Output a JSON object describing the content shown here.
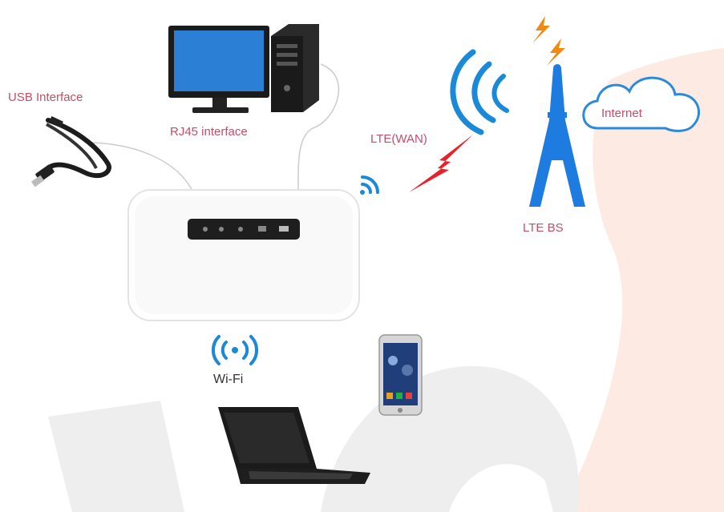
{
  "labels": {
    "usb": "USB Interface",
    "rj45": "RJ45 interface",
    "lte_wan": "LTE(WAN)",
    "internet": "Internet",
    "lte_bs": "LTE BS",
    "wifi": "Wi-Fi"
  },
  "colors": {
    "label_pink": "#c0506a",
    "tower_blue": "#1e7be0",
    "wave_blue": "#1a8ad8",
    "lightning_red": "#e8202a",
    "lightning_orange": "#f08a10",
    "watermark_peach": "#fde6dc",
    "watermark_gray": "#efefef"
  },
  "icons": {
    "usb_cable": "usb-cable-icon",
    "desktop_pc": "desktop-computer-icon",
    "router": "mobile-router-icon",
    "tower": "cell-tower-icon",
    "cloud": "cloud-icon",
    "laptop": "laptop-icon",
    "phone": "smartphone-icon"
  }
}
